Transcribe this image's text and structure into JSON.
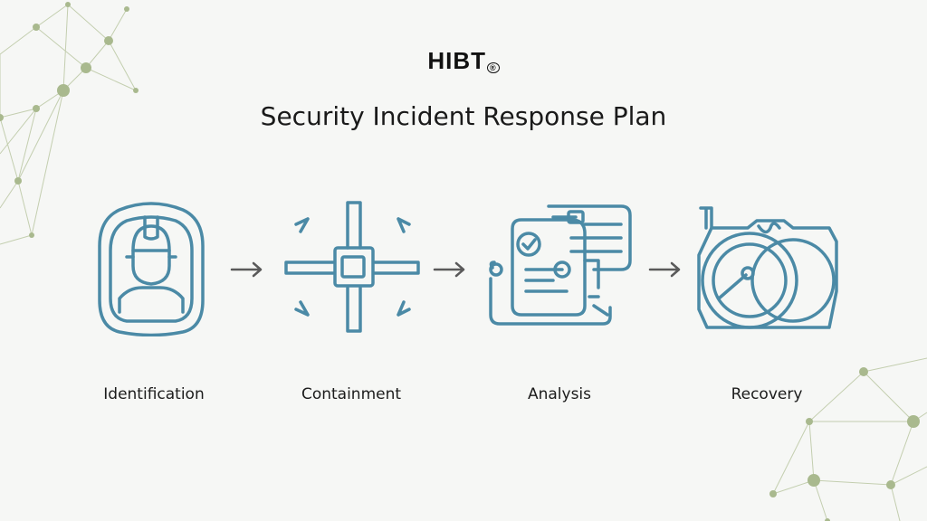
{
  "header": {
    "logo_text": "HIBT",
    "logo_mark": "®",
    "title": "Security Incident Response Plan"
  },
  "steps": [
    {
      "label": "Identification",
      "icon": "person-frame-icon"
    },
    {
      "label": "Containment",
      "icon": "crosshair-network-icon"
    },
    {
      "label": "Analysis",
      "icon": "document-analysis-icon"
    },
    {
      "label": "Recovery",
      "icon": "disk-gauge-icon"
    }
  ],
  "colors": {
    "icon_stroke": "#4b8aa6",
    "arrow": "#5a5a5a",
    "network_decor": "#a9b98e"
  }
}
